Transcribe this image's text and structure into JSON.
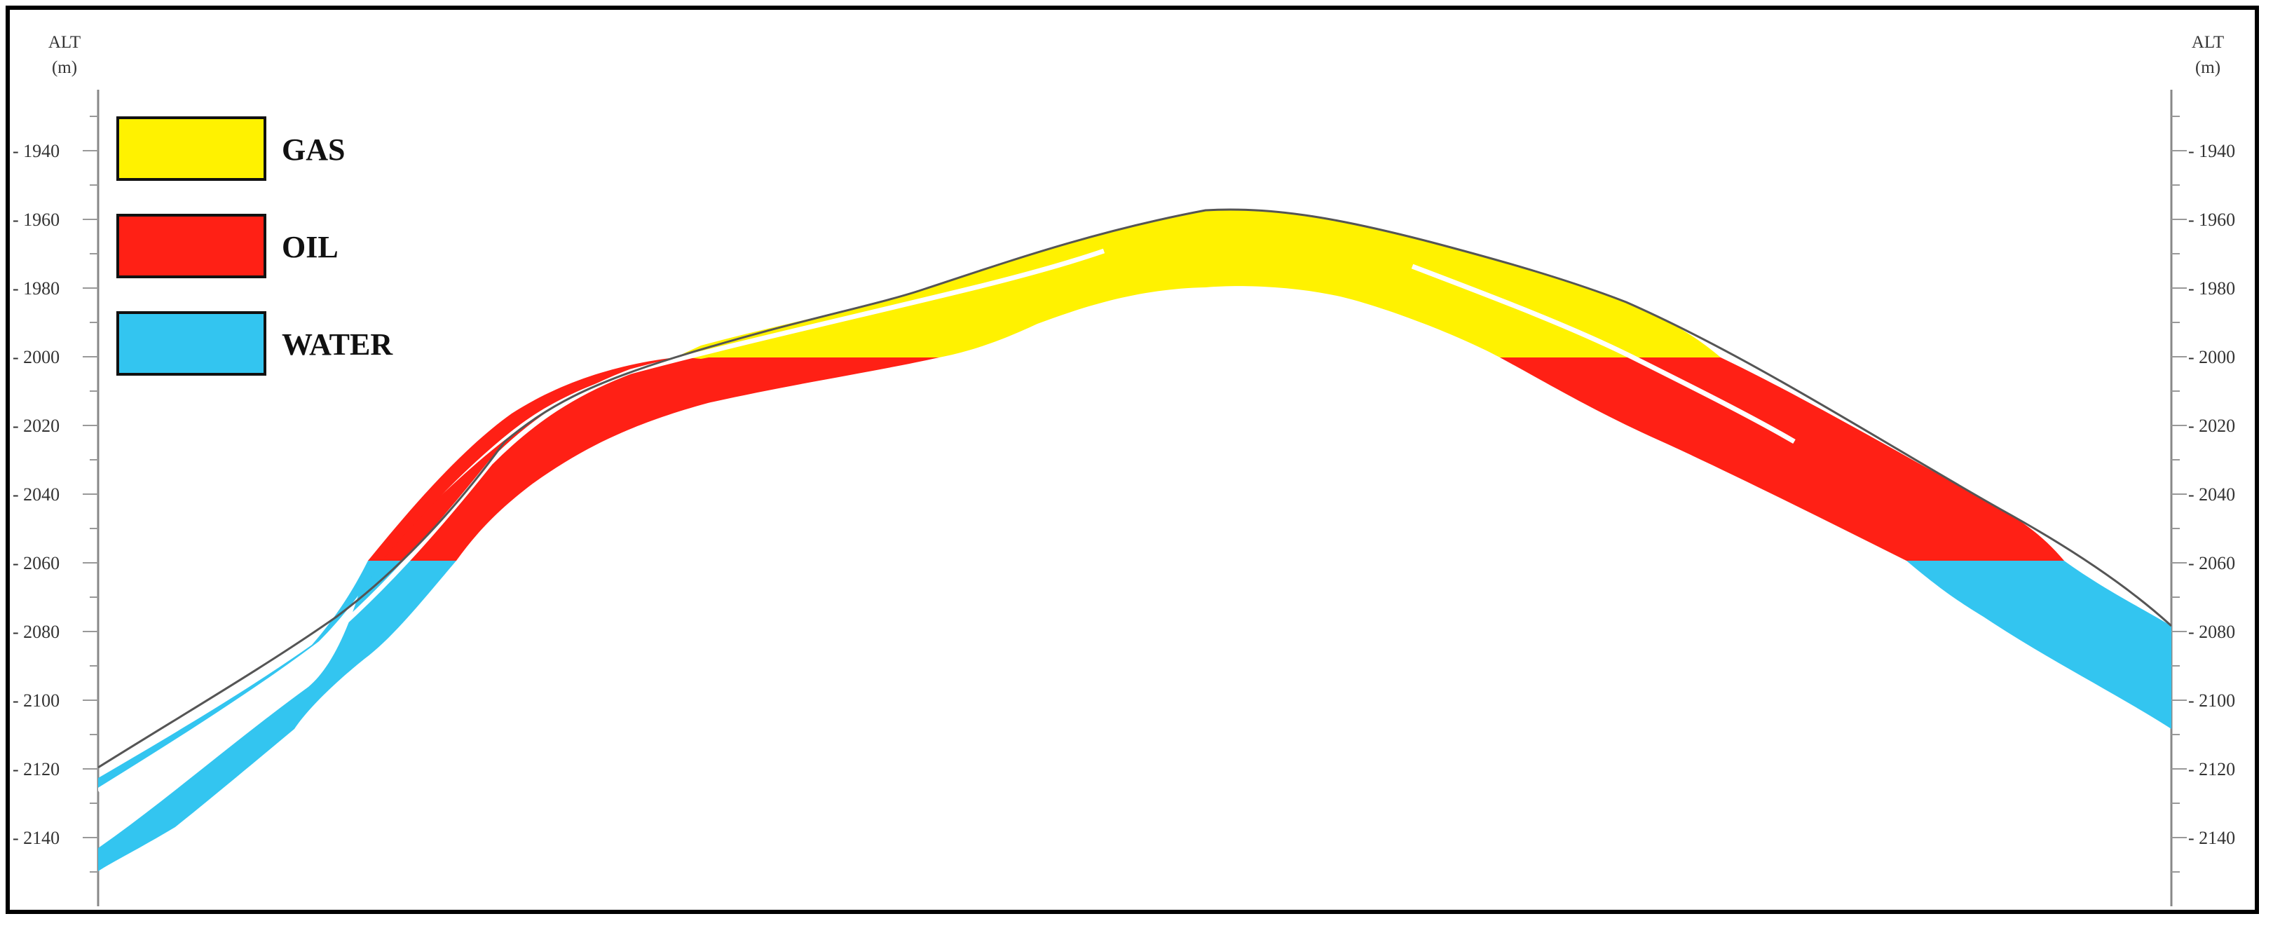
{
  "axes": {
    "left_title": [
      "ALT",
      "(m)"
    ],
    "right_title": [
      "ALT",
      "(m)"
    ],
    "ticks": [
      1940,
      1960,
      1980,
      2000,
      2020,
      2040,
      2060,
      2080,
      2100,
      2120,
      2140
    ],
    "tick_labels": [
      "- 1940",
      "- 1960",
      "- 1980",
      "- 2000",
      "- 2020",
      "- 2040",
      "- 2060",
      "- 2080",
      "- 2100",
      "- 2120",
      "- 2140"
    ],
    "range": [
      1920,
      2160
    ]
  },
  "legend": [
    {
      "label": "GAS",
      "color": "#FFF200"
    },
    {
      "label": "OIL",
      "color": "#FF2015"
    },
    {
      "label": "WATER",
      "color": "#33C5F0"
    }
  ],
  "contacts": {
    "gas_oil": 2000,
    "oil_water": 2060
  },
  "colors": {
    "gas": "#FFF200",
    "oil": "#FF2015",
    "water": "#33C5F0",
    "outline": "#555555"
  }
}
